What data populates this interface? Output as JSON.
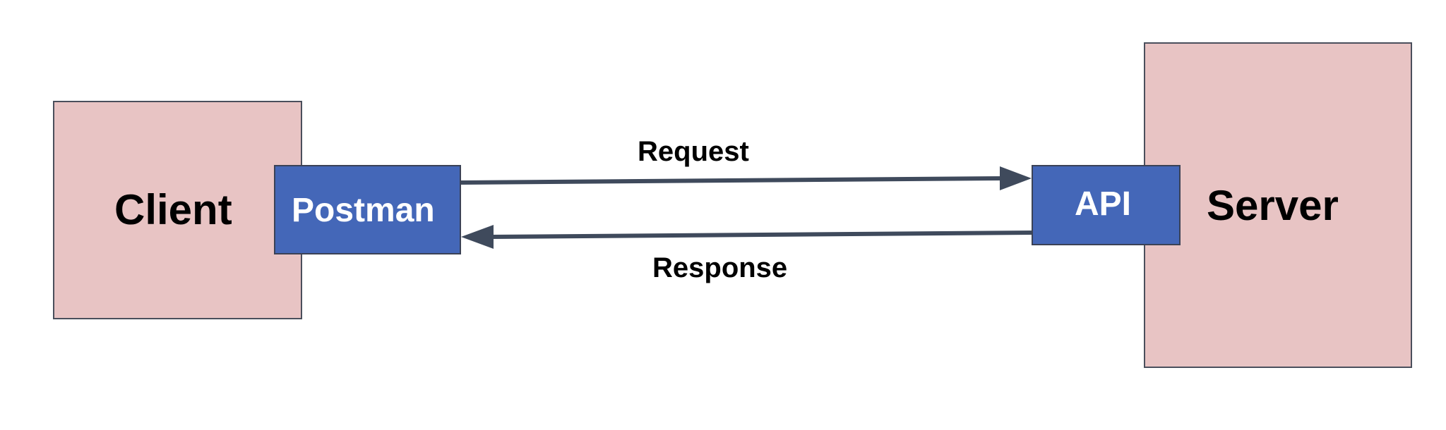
{
  "nodes": {
    "client": {
      "label": "Client"
    },
    "server": {
      "label": "Server"
    },
    "postman": {
      "label": "Postman"
    },
    "api": {
      "label": "API"
    }
  },
  "edges": {
    "request": {
      "label": "Request",
      "from": "Postman",
      "to": "API"
    },
    "response": {
      "label": "Response",
      "from": "API",
      "to": "Postman"
    }
  },
  "colors": {
    "container_fill": "#e8c4c4",
    "component_fill": "#4467b8",
    "arrow": "#3f4a5c",
    "border": "#4a4f5c"
  }
}
